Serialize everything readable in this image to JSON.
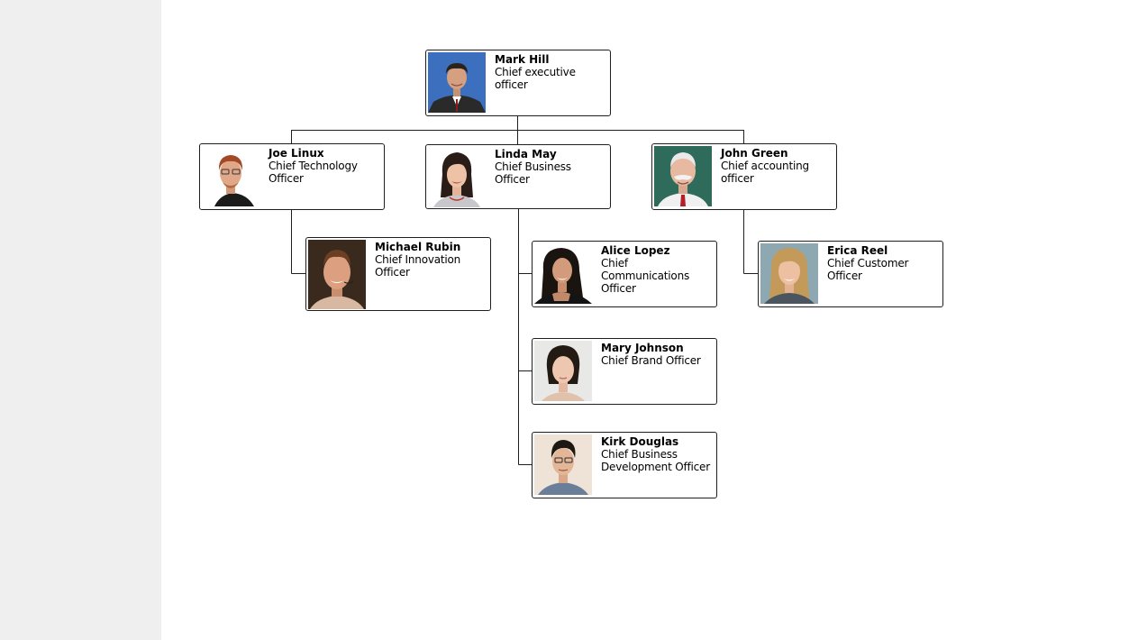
{
  "org": {
    "ceo": {
      "name": "Mark Hill",
      "title": "Chief executive officer"
    },
    "cto": {
      "name": "Joe Linux",
      "title": "Chief Technology Officer"
    },
    "cbo": {
      "name": "Linda May",
      "title": "Chief Business Officer"
    },
    "cao": {
      "name": "John Green",
      "title": "Chief accounting officer"
    },
    "cio": {
      "name": "Michael Rubin",
      "title": "Chief Innovation Officer"
    },
    "cco": {
      "name": "Alice Lopez",
      "title": "Chief Communications Officer"
    },
    "cbro": {
      "name": "Mary Johnson",
      "title": "Chief Brand Officer"
    },
    "cbdo": {
      "name": "Kirk Douglas",
      "title": "Chief Business Development Officer"
    },
    "ccuo": {
      "name": "Erica Reel",
      "title": "Chief Customer Officer"
    }
  }
}
